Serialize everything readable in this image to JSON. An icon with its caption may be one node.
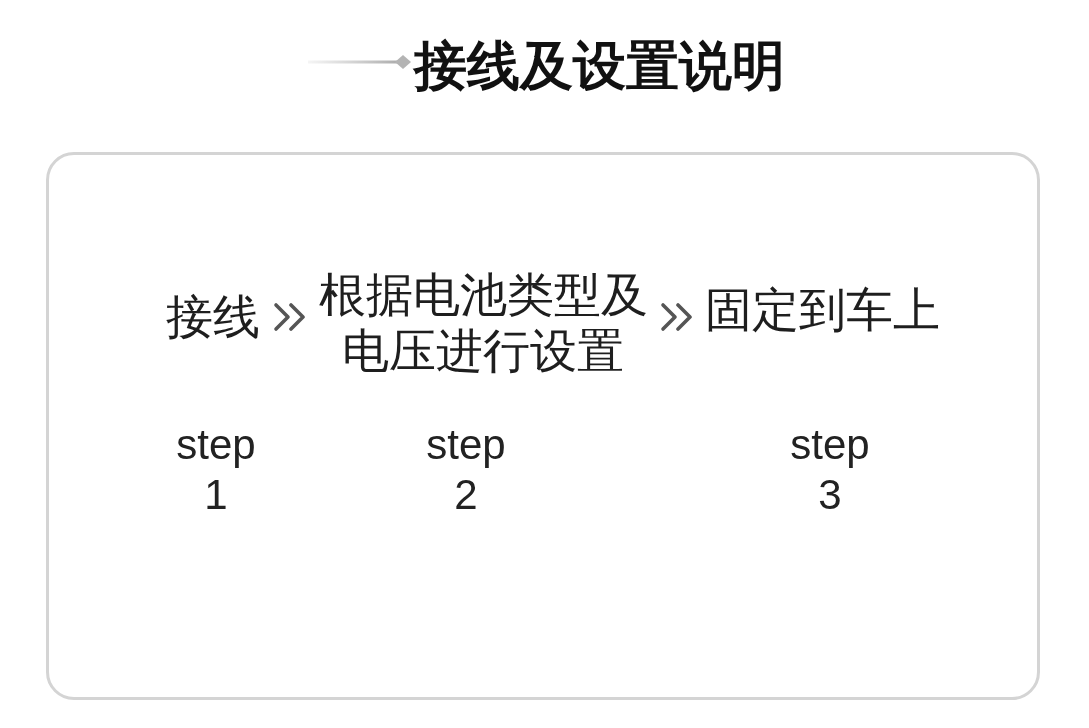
{
  "diagram": {
    "title": "接线及设置说明",
    "nodes": [
      {
        "text": [],
        "shape": "box"
      },
      {
        "text": [
          "接线",
          "step 1"
        ],
        "in": 0
      },
      {
        "text": [
          "根据电池类型及电压进行设置",
          "step 2"
        ],
        "in": 0
      },
      {
        "text": [
          "固定到车上",
          "step 3"
        ],
        "in": 0
      }
    ],
    "edges": [
      {
        "from": 1,
        "to": 2,
        "arrow": "to"
      },
      {
        "from": 2,
        "to": 3,
        "arrow": "to"
      }
    ]
  }
}
